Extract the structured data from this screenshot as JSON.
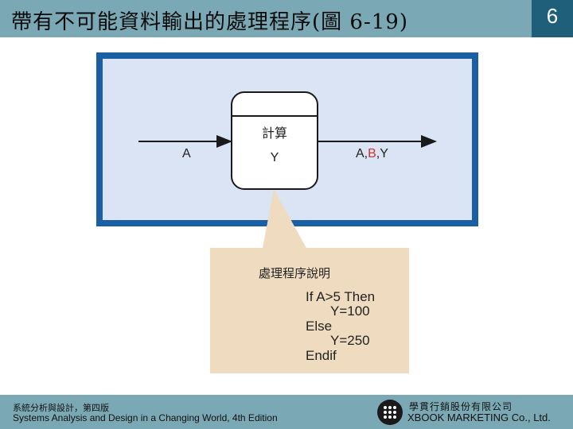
{
  "header": {
    "title": "帶有不可能資料輸出的處理程序(圖 6-19)",
    "page_number": "6"
  },
  "diagram": {
    "process_label": "計算",
    "process_output": "Y",
    "input_flow": "A",
    "output_flow_parts": [
      "A,",
      "B",
      ",Y"
    ],
    "callout_title": "處理程序說明",
    "callout_lines": [
      "If A>5 Then",
      "Y=100",
      "Else",
      "Y=250",
      "Endif"
    ],
    "colors": {
      "frame": "#1a5fa3",
      "panel": "#dbe4f4",
      "highlight": "#d0312d",
      "callout": "#efdcc0"
    }
  },
  "footer": {
    "course_zh": "系統分析與設計，第四版",
    "course_en": "Systems Analysis and Design in a Changing World, 4th Edition",
    "company_zh": "學貫行銷股份有限公司",
    "company_en": "XBOOK MARKETING Co., Ltd."
  }
}
